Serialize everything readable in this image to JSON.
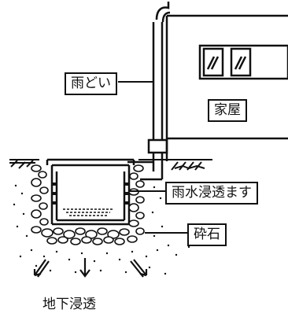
{
  "diagram": {
    "labels": {
      "downspout": "雨どい",
      "house": "家屋",
      "infiltration_basin": "雨水浸透ます",
      "crushed_stone": "砕石",
      "ground_infiltration": "地下浸透"
    }
  }
}
